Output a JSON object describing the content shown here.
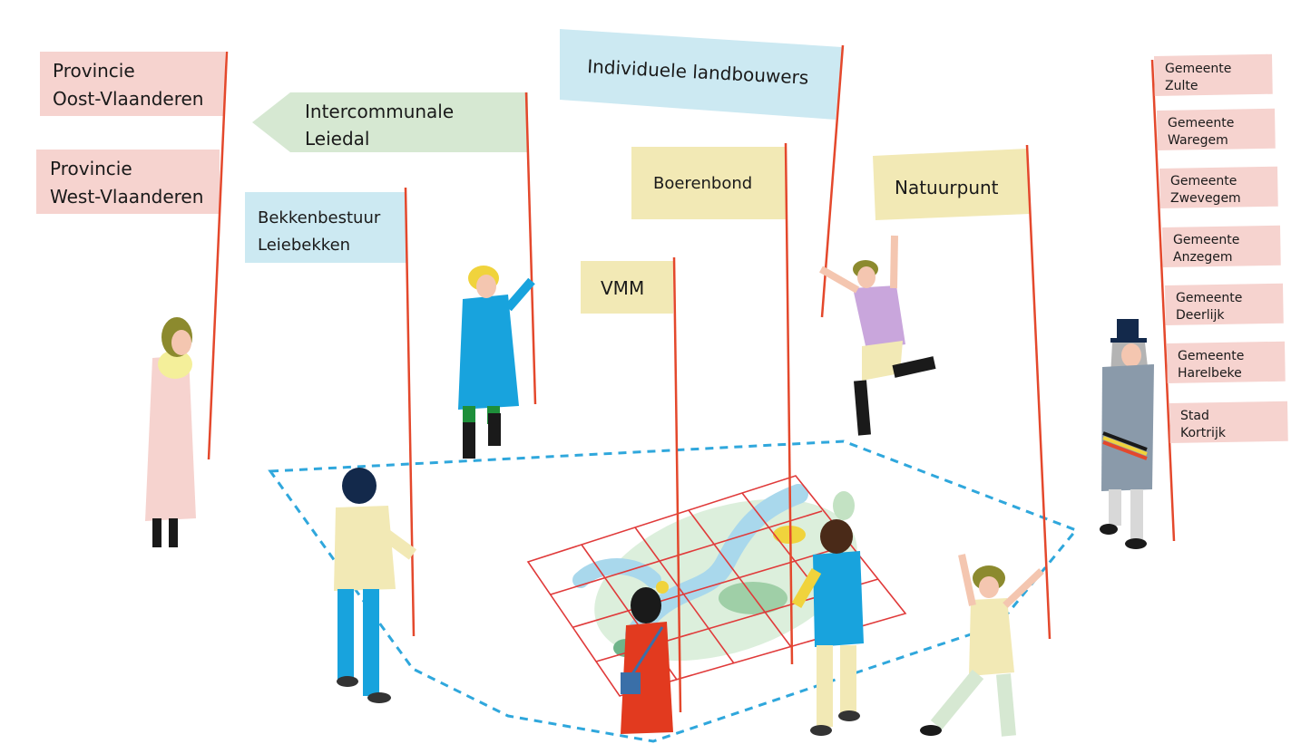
{
  "colors": {
    "pole": "#e4482c",
    "pink": "#f6d3cf",
    "green": "#d6e8d2",
    "blue": "#cce9f2",
    "yellow": "#f2e9b5",
    "dashed_outline": "#2fa7dc",
    "grid": "#e03a3a"
  },
  "flags": {
    "provincie_oost": {
      "line1": "Provincie",
      "line2": "Oost-Vlaanderen"
    },
    "provincie_west": {
      "line1": "Provincie",
      "line2": "West-Vlaanderen"
    },
    "intercommunale": {
      "line1": "Intercommunale",
      "line2": "Leiedal"
    },
    "bekkenbestuur": {
      "line1": "Bekkenbestuur",
      "line2": "Leiebekken"
    },
    "landbouwers": {
      "text": "Individuele landbouwers"
    },
    "boerenbond": {
      "text": "Boerenbond"
    },
    "natuurpunt": {
      "text": "Natuurpunt"
    },
    "vmm": {
      "text": "VMM"
    }
  },
  "gemeenten": [
    {
      "line1": "Gemeente",
      "line2": "Zulte"
    },
    {
      "line1": "Gemeente",
      "line2": "Waregem"
    },
    {
      "line1": "Gemeente",
      "line2": "Zwevegem"
    },
    {
      "line1": "Gemeente",
      "line2": "Anzegem"
    },
    {
      "line1": "Gemeente",
      "line2": "Deerlijk"
    },
    {
      "line1": "Gemeente",
      "line2": "Harelbeke"
    },
    {
      "line1": "Stad",
      "line2": "Kortrijk"
    }
  ]
}
